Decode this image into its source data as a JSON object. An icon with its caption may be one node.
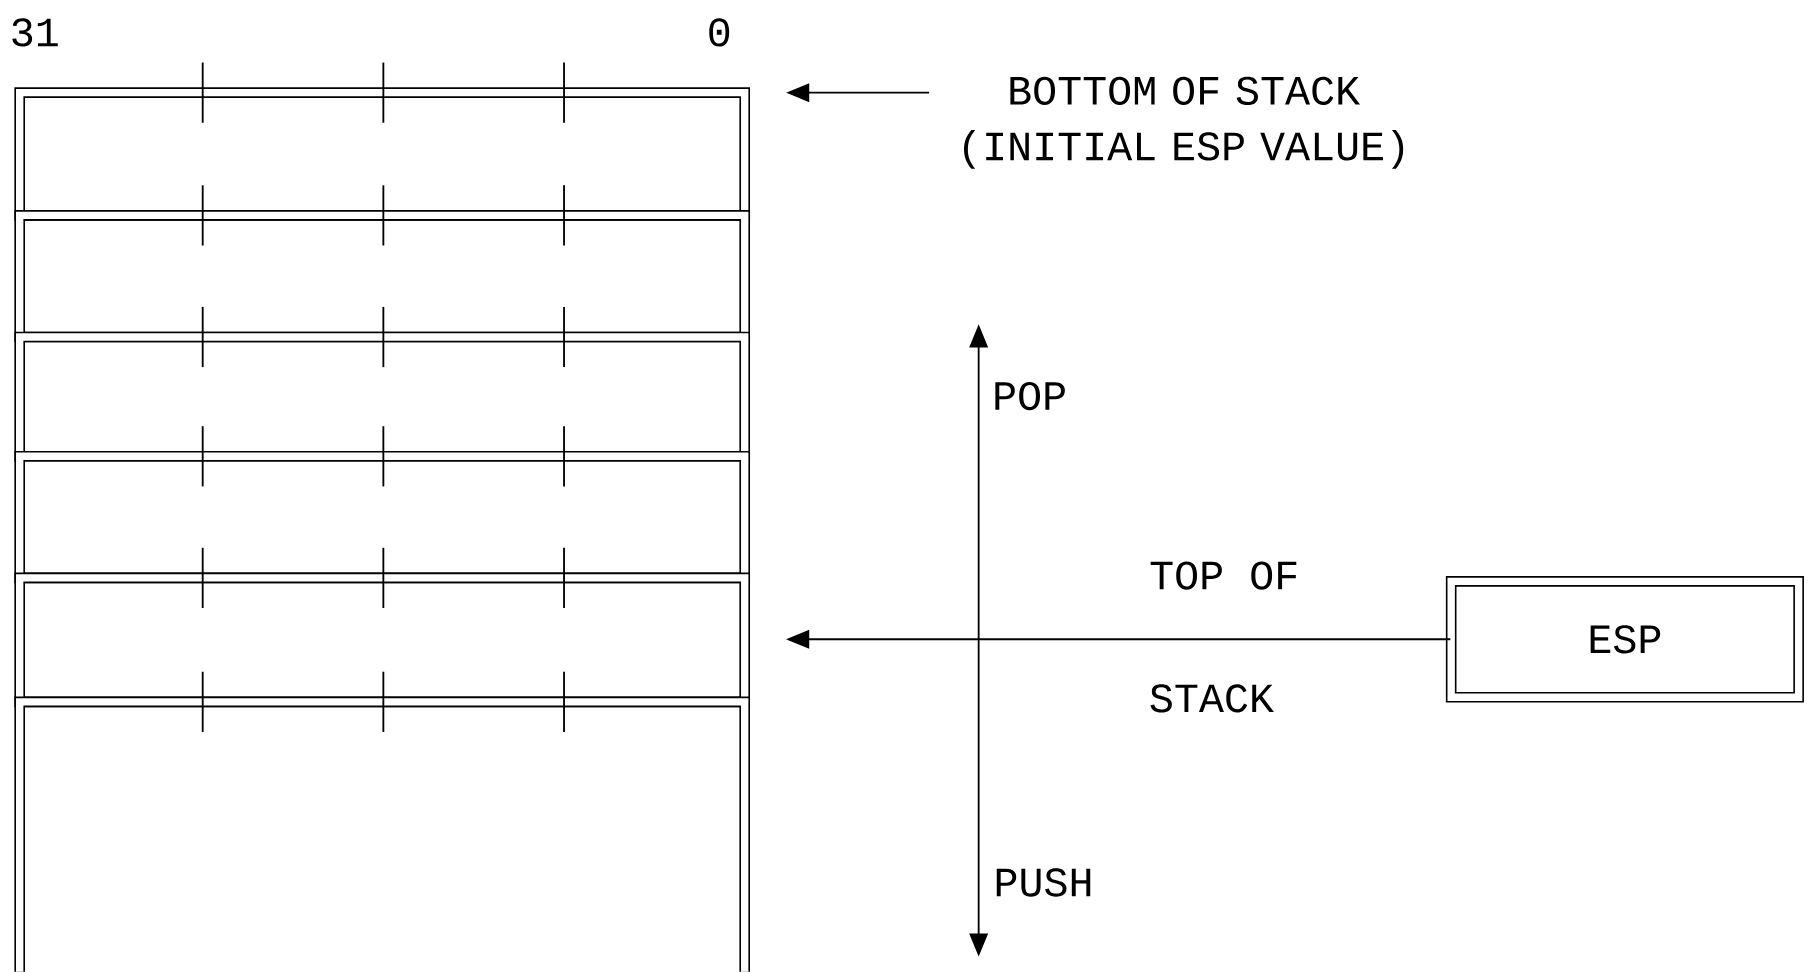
{
  "diagram": {
    "nodes": [
      {
        "text": [],
        "shape": "box"
      },
      {
        "text": [],
        "shape": "box"
      },
      {
        "text": [],
        "shape": "box"
      },
      {
        "text": [],
        "shape": "box"
      },
      {
        "text": [],
        "shape": "box"
      },
      {
        "text": [],
        "shape": "box"
      },
      {
        "text": [
          "BOTTOM OF STACK (INITIAL ESP VALUE)"
        ]
      },
      {
        "text": [
          "ESP"
        ]
      }
    ],
    "edges": [
      {
        "from": 6,
        "to": 0,
        "arrow": "to"
      },
      {
        "from": 7,
        "to": 4,
        "arrow": "to"
      }
    ],
    "labels": [
      "31",
      "0",
      "POP",
      "TOP OF",
      "STACK",
      "PUSH"
    ]
  }
}
